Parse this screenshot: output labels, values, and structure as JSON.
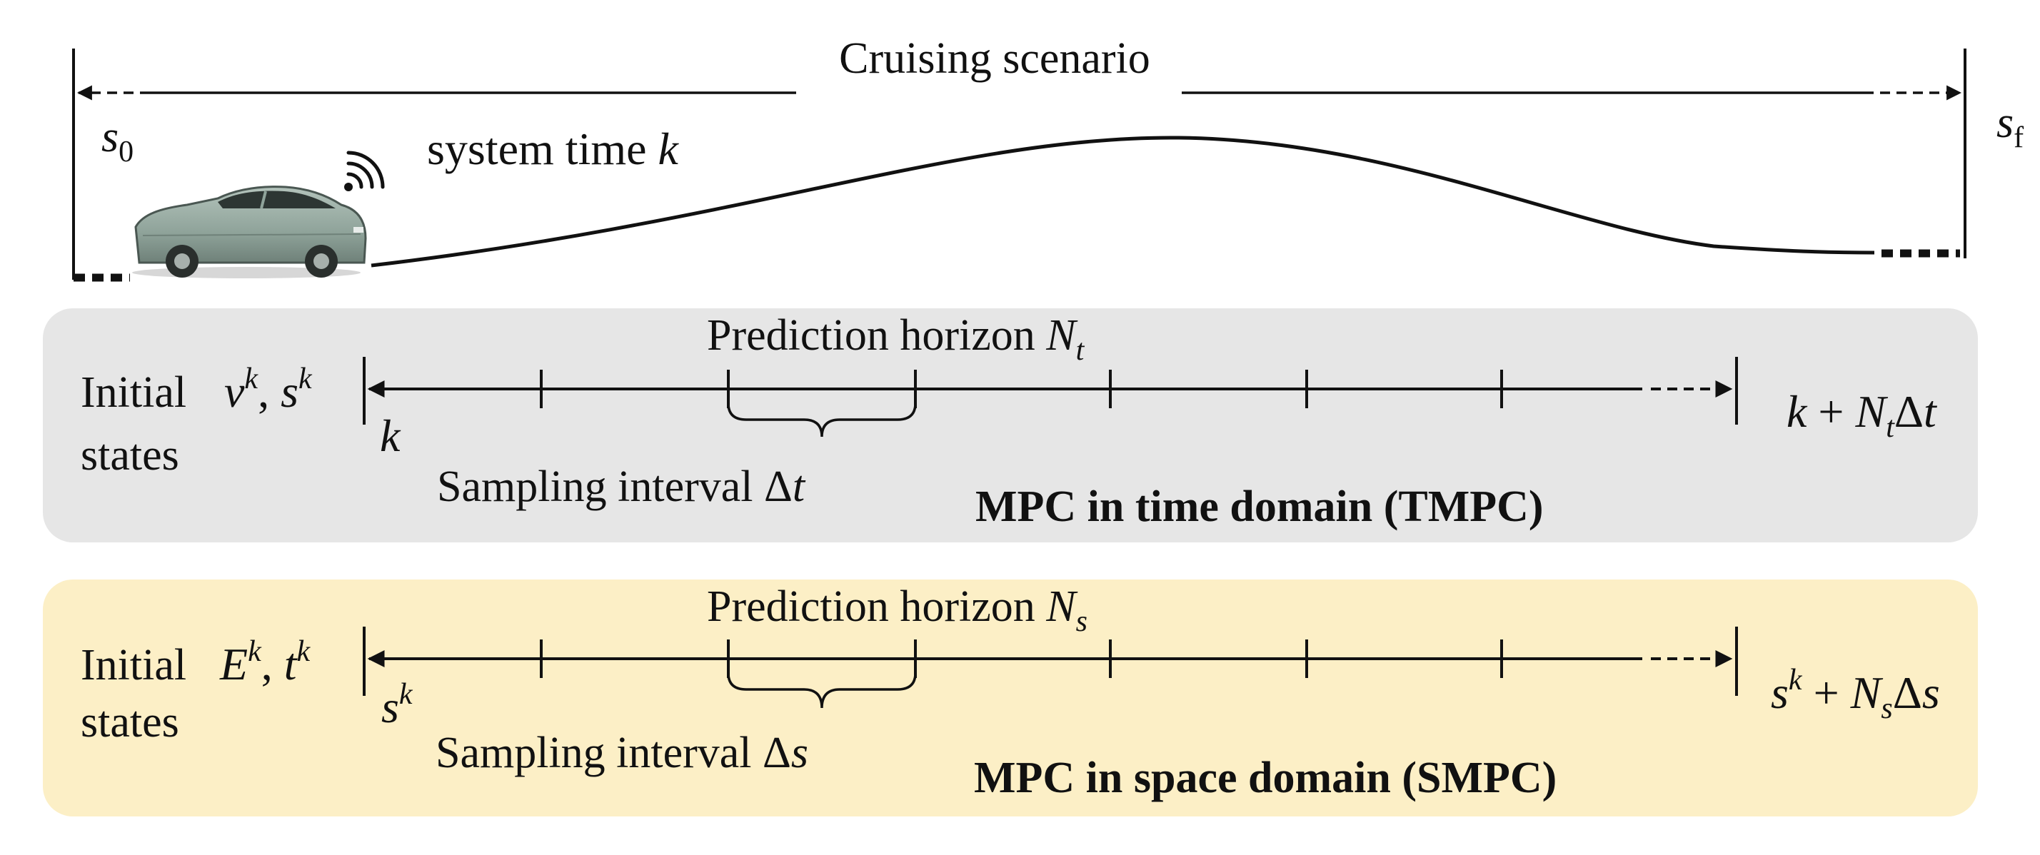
{
  "scenario": {
    "title": "Cruising scenario",
    "start_label": "s",
    "start_sub": "0",
    "end_label": "s",
    "end_sub": "f",
    "system_time_text": "system time ",
    "system_time_var": "k"
  },
  "tmpc": {
    "initial_line1": "Initial",
    "initial_line2": "states",
    "init_state_a": "v",
    "init_state_a_sup": "k",
    "init_state_sep": ", ",
    "init_state_b": "s",
    "init_state_b_sup": "k",
    "start_var": "k",
    "horizon_text": "Prediction horizon ",
    "horizon_var": "N",
    "horizon_sub": "t",
    "interval_text": "Sampling interval Δ",
    "interval_var": "t",
    "end_a": "k",
    "end_op": " + ",
    "end_b": "N",
    "end_b_sub": "t",
    "end_c": "Δ",
    "end_d": "t",
    "title": "MPC in time domain (TMPC)",
    "bg_color": "#e6e6e6"
  },
  "smpc": {
    "initial_line1": "Initial",
    "initial_line2": "states",
    "init_state_a": "E",
    "init_state_a_sup": "k",
    "init_state_sep": ", ",
    "init_state_b": "t",
    "init_state_b_sup": "k",
    "start_var": "s",
    "start_var_sup": "k",
    "horizon_text": "Prediction horizon ",
    "horizon_var": "N",
    "horizon_sub": "s",
    "interval_text": "Sampling interval Δ",
    "interval_var": "s",
    "end_a": "s",
    "end_a_sup": "k",
    "end_op": " + ",
    "end_b": "N",
    "end_b_sub": "s",
    "end_c": "Δ",
    "end_d": "s",
    "title": "MPC in space domain (SMPC)",
    "bg_color": "#fcefc6"
  },
  "icons": {
    "vehicle": "car-icon",
    "signal": "wireless-signal-icon"
  },
  "colors": {
    "car_body": "#8fa39a",
    "line": "#111111"
  }
}
